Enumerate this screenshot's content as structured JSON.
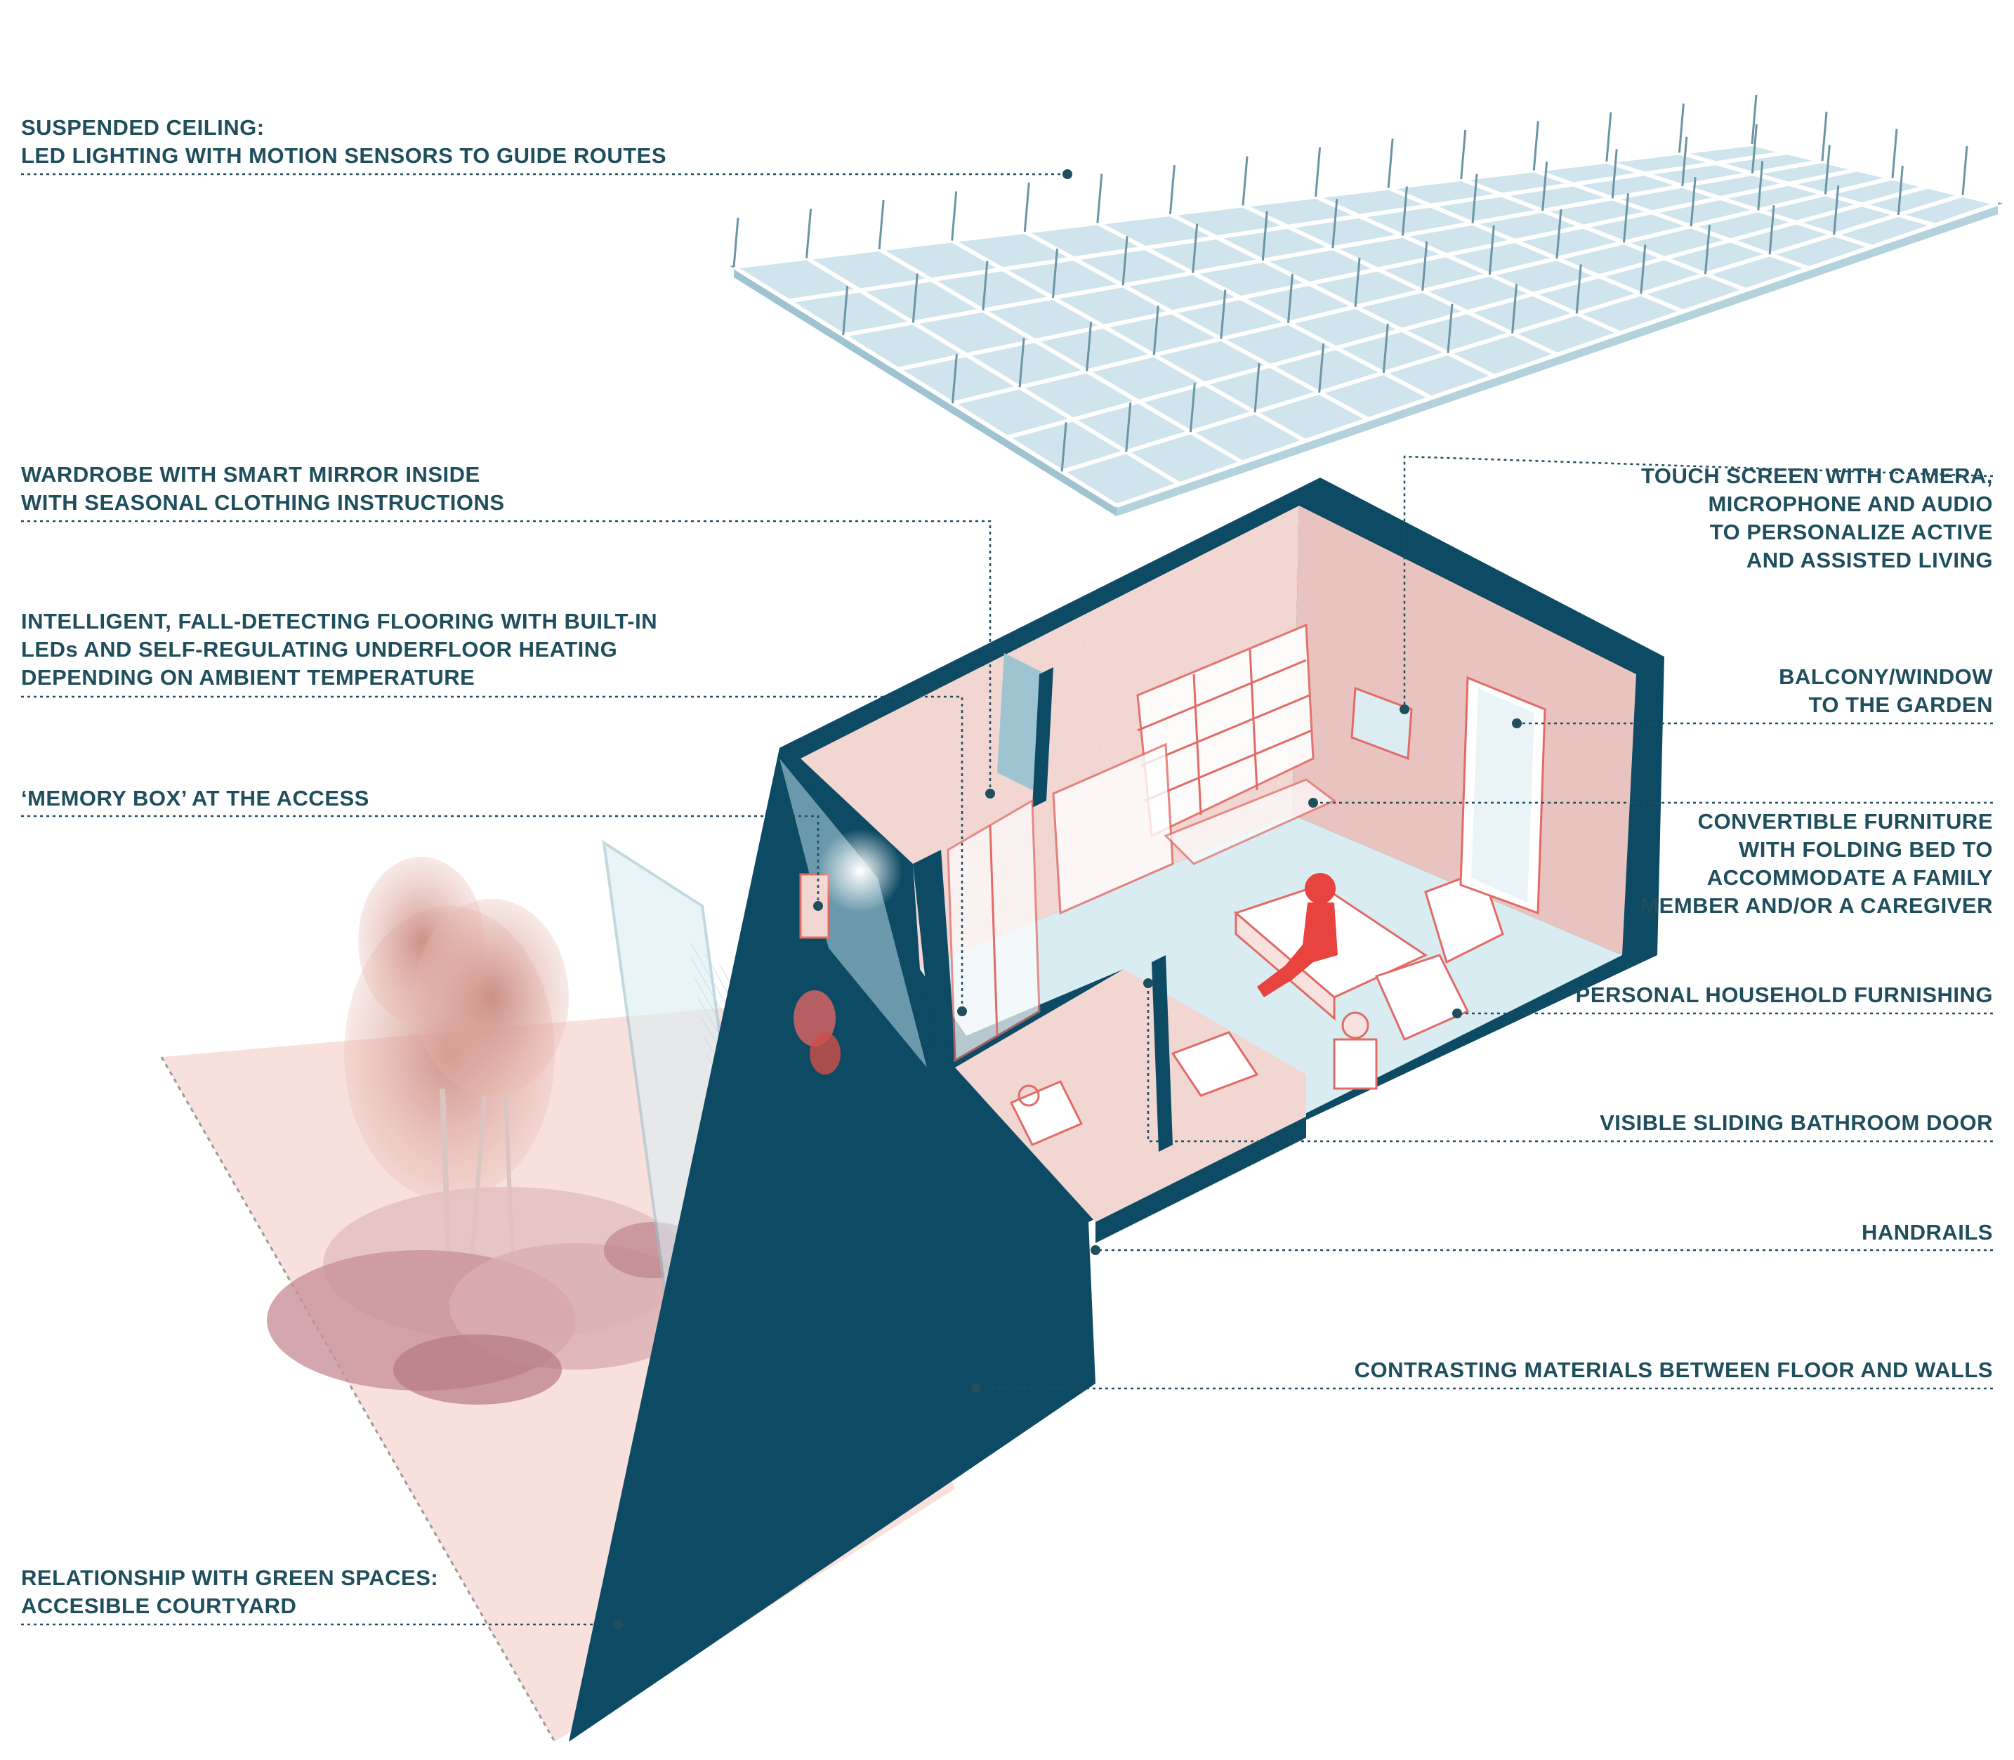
{
  "colors": {
    "wall_dark": "#0d4a63",
    "wall_pink": "#e9c3c0",
    "floor_light": "#d8ecf1",
    "glass": "#cfe6ee",
    "label_text": "#1f4e5c",
    "accent_red": "#e8433f",
    "courtyard": "#f6dcd8",
    "leader": "#1f4e5c"
  },
  "annotations": {
    "ceiling": [
      "SUSPENDED CEILING:",
      "LED LIGHTING WITH MOTION SENSORS TO GUIDE ROUTES"
    ],
    "wardrobe": [
      "WARDROBE WITH SMART MIRROR INSIDE",
      "WITH SEASONAL CLOTHING INSTRUCTIONS"
    ],
    "flooring": [
      "INTELLIGENT, FALL-DETECTING FLOORING WITH BUILT-IN",
      "LEDs AND SELF-REGULATING UNDERFLOOR HEATING",
      "DEPENDING ON AMBIENT TEMPERATURE"
    ],
    "memory_box": [
      "‘MEMORY BOX’ AT THE ACCESS"
    ],
    "green_spaces": [
      "RELATIONSHIP WITH GREEN SPACES:",
      "ACCESIBLE COURTYARD"
    ],
    "touch_screen": [
      "TOUCH SCREEN WITH CAMERA,",
      "MICROPHONE AND AUDIO",
      "TO PERSONALIZE ACTIVE",
      "AND ASSISTED LIVING"
    ],
    "balcony": [
      "BALCONY/WINDOW",
      "TO THE GARDEN"
    ],
    "furniture": [
      "CONVERTIBLE FURNITURE",
      "WITH FOLDING BED TO",
      "ACCOMMODATE A FAMILY",
      "MEMBER AND/OR A CAREGIVER"
    ],
    "household": [
      "PERSONAL HOUSEHOLD FURNISHING"
    ],
    "sliding_door": [
      "VISIBLE SLIDING BATHROOM DOOR"
    ],
    "handrails": [
      "HANDRAILS"
    ],
    "materials": [
      "CONTRASTING MATERIALS BETWEEN FLOOR AND WALLS"
    ]
  }
}
